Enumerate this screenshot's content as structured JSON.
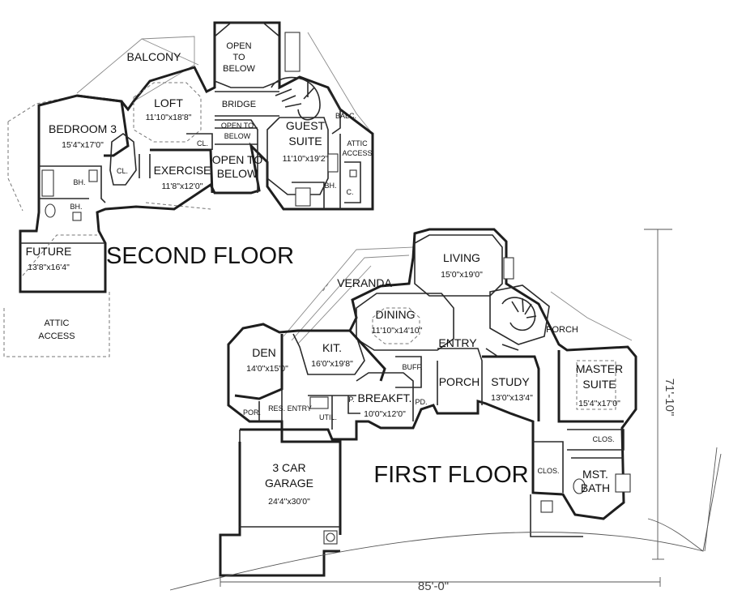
{
  "headings": {
    "second_floor": "SECOND FLOOR",
    "first_floor": "FIRST FLOOR"
  },
  "second_floor": {
    "balcony": "BALCONY",
    "open_to_below_top": "OPEN TO BELOW",
    "loft": {
      "name": "LOFT",
      "size": "11'10\"x18'8\""
    },
    "bridge": "BRIDGE",
    "bedroom3": {
      "name": "BEDROOM 3",
      "size": "15'4\"x17'0\""
    },
    "bh1": "BH.",
    "bh2": "BH.",
    "cl1": "CL.",
    "cl2": "CL.",
    "cl3": "C.",
    "exercise": {
      "name": "EXERCISE",
      "size": "11'8\"x12'0\""
    },
    "open_to_below_small": "OPEN TO BELOW",
    "open_to_below_mid": "OPEN TO BELOW",
    "guest_suite": {
      "name": "GUEST SUITE",
      "size": "11'10\"x19'2\""
    },
    "balc": "BALC.",
    "attic_access_right": "ATTIC ACCESS",
    "bh3": "BH.",
    "future": {
      "name": "FUTURE",
      "size": "13'8\"x16'4\""
    },
    "attic_access_left": "ATTIC ACCESS"
  },
  "first_floor": {
    "living": {
      "name": "LIVING",
      "size": "15'0\"x19'0\""
    },
    "veranda": "VERANDA",
    "dining": {
      "name": "DINING",
      "size": "11'10\"x14'10\""
    },
    "porch_right": "PORCH",
    "entry": "ENTRY",
    "den": {
      "name": "DEN",
      "size": "14'0\"x15'0\""
    },
    "kit": {
      "name": "KIT.",
      "size": "16'0\"x19'8\""
    },
    "buff": "BUFF.",
    "porch_center": "PORCH",
    "study": {
      "name": "STUDY",
      "size": "13'0\"x13'4\""
    },
    "master_suite": {
      "name": "MASTER SUITE",
      "size": "15'4\"x17'0\""
    },
    "breakft": {
      "name": "BREAKFT.",
      "size": "10'0\"x12'0\""
    },
    "pd": "PD.",
    "por": "POR.",
    "res_entry": "RES. ENTRY",
    "util": "UTIL.",
    "p": "P.",
    "garage": {
      "name": "3 CAR GARAGE",
      "size": "24'4\"x30'0\""
    },
    "clos1": "CLOS.",
    "clos2": "CLOS.",
    "mst_bath": "MST. BATH",
    "width_dim": "85'-0\"",
    "depth_dim": "71'-10\""
  }
}
